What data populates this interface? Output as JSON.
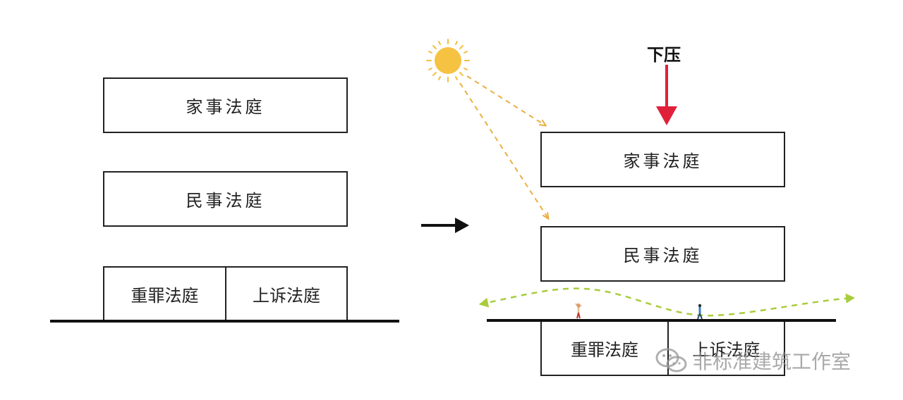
{
  "left": {
    "top_box": "家事法庭",
    "middle_box": "民事法庭",
    "bottom_left_box": "重罪法庭",
    "bottom_right_box": "上诉法庭"
  },
  "right": {
    "pressure_label": "下压",
    "top_box": "家事法庭",
    "middle_box": "民事法庭",
    "bottom_left_box": "重罪法庭",
    "bottom_right_box": "上诉法庭"
  },
  "watermark": "非标准建筑工作室",
  "colors": {
    "sun": "#f5c242",
    "sun_rays": "#f0c040",
    "light_path": "#e8b040",
    "pressure_arrow": "#e0203a",
    "walk_path": "#a8cc3c",
    "ink": "#222222"
  },
  "icons": [
    "sun-icon",
    "right-arrow-icon",
    "down-arrow-icon",
    "person-icon",
    "wechat-icon"
  ]
}
